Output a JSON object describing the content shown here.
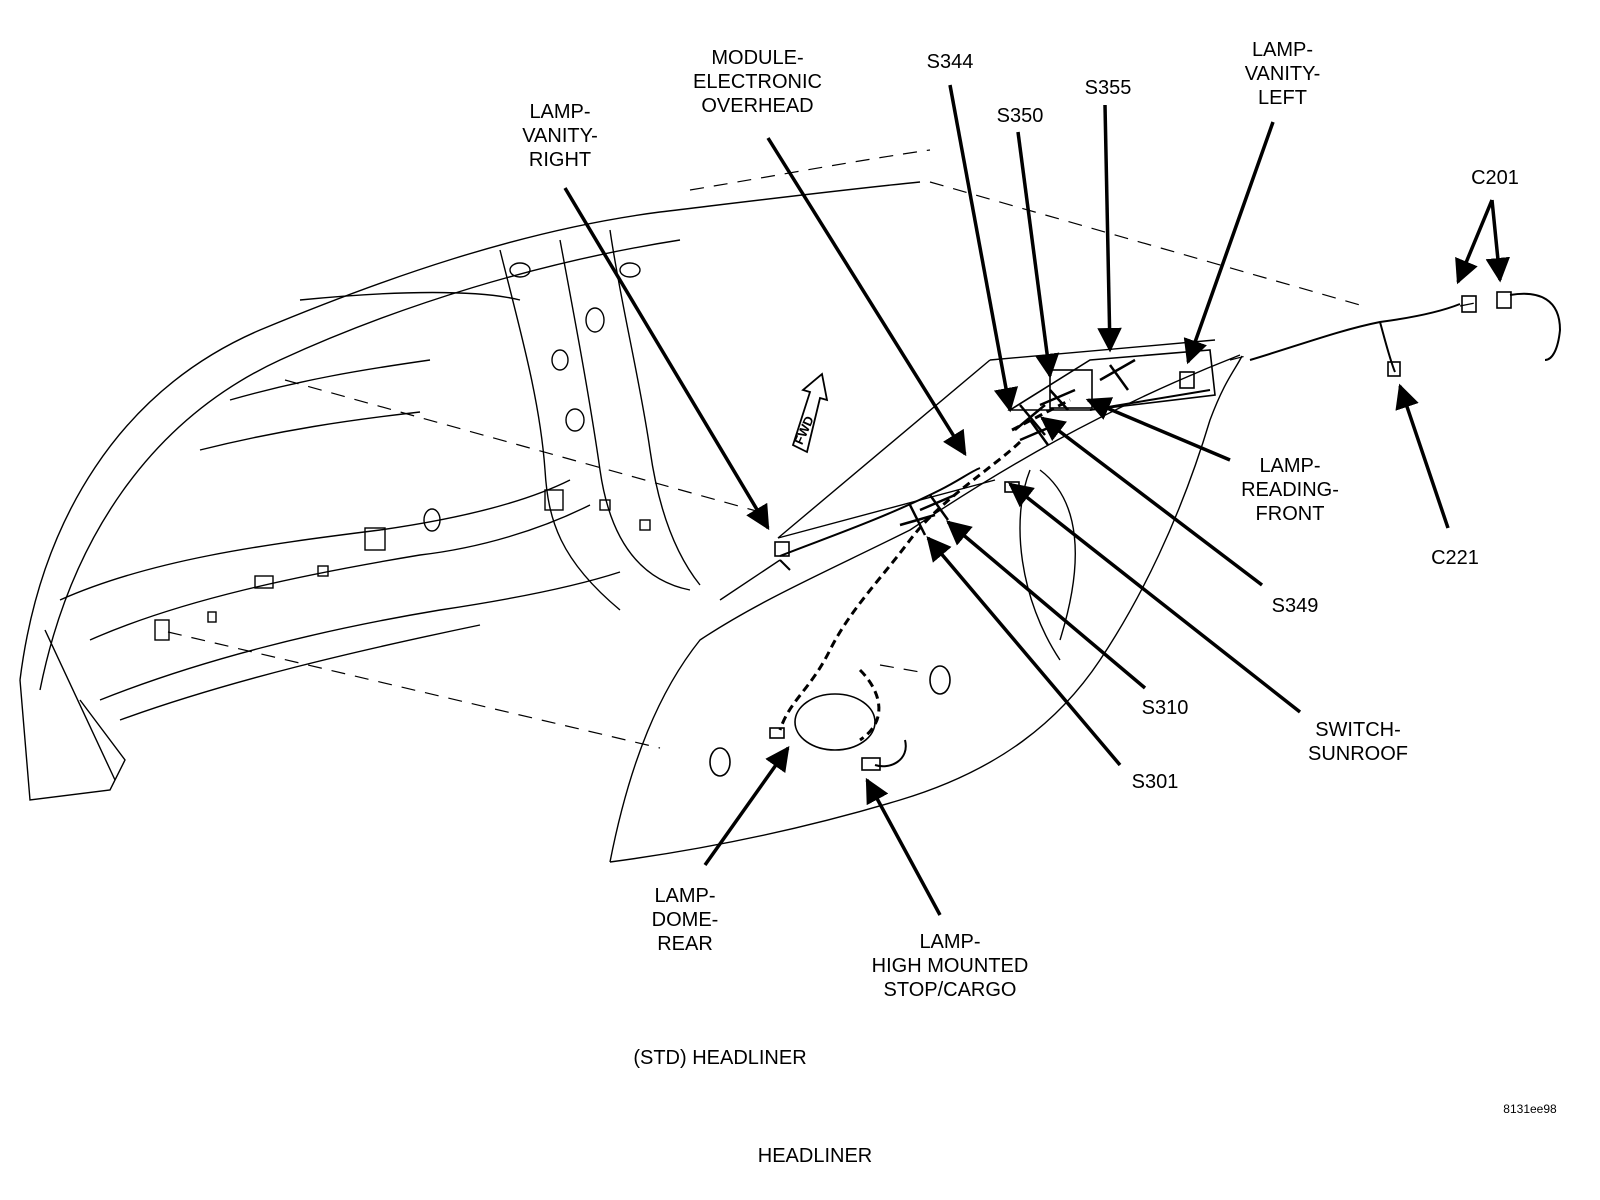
{
  "callouts": {
    "lamp_vanity_right": [
      "LAMP-",
      "VANITY-",
      "RIGHT"
    ],
    "module_electronic_overhead": [
      "MODULE-",
      "ELECTRONIC",
      "OVERHEAD"
    ],
    "s344": "S344",
    "s350": "S350",
    "s355": "S355",
    "lamp_vanity_left": [
      "LAMP-",
      "VANITY-",
      "LEFT"
    ],
    "c201": "C201",
    "c221": "C221",
    "lamp_reading_front": [
      "LAMP-",
      "READING-",
      "FRONT"
    ],
    "s349": "S349",
    "s310": "S310",
    "switch_sunroof": [
      "SWITCH-",
      "SUNROOF"
    ],
    "s301": "S301",
    "lamp_dome_rear": [
      "LAMP-",
      "DOME-",
      "REAR"
    ],
    "lamp_high_mounted": [
      "LAMP-",
      "HIGH MOUNTED",
      "STOP/CARGO"
    ]
  },
  "fwd_marker": "FWD",
  "caption": "(STD) HEADLINER",
  "figure_id": "8131ee98",
  "footer_title": "HEADLINER",
  "colors": {
    "ink": "#000000",
    "background": "#ffffff"
  }
}
